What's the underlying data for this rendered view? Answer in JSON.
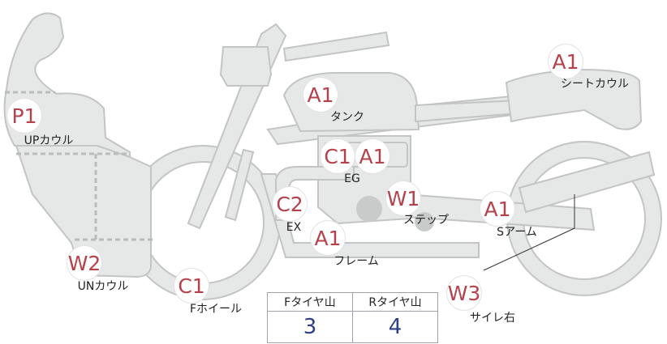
{
  "badges": [
    {
      "id": "p1-upcowl",
      "code": "P1",
      "label": "UPカウル"
    },
    {
      "id": "a1-tank",
      "code": "A1",
      "label": "タンク"
    },
    {
      "id": "a1-seatcowl",
      "code": "A1",
      "label": "シートカウル"
    },
    {
      "id": "c1-eg",
      "code": "C1",
      "label": "EG"
    },
    {
      "id": "a1-eg",
      "code": "A1",
      "label": ""
    },
    {
      "id": "c2-ex",
      "code": "C2",
      "label": "EX"
    },
    {
      "id": "w1-step",
      "code": "W1",
      "label": "ステップ"
    },
    {
      "id": "a1-sarm",
      "code": "A1",
      "label": "Sアーム"
    },
    {
      "id": "a1-frame",
      "code": "A1",
      "label": "フレーム"
    },
    {
      "id": "w2-uncowl",
      "code": "W2",
      "label": "UNカウル"
    },
    {
      "id": "c1-fwheel",
      "code": "C1",
      "label": "Fホイール"
    },
    {
      "id": "w3-sidewall-right",
      "code": "W3",
      "label": "サイレ右"
    }
  ],
  "tire_table": {
    "front_header": "Fタイヤ山",
    "rear_header": "Rタイヤ山",
    "front_value": "3",
    "rear_value": "4"
  },
  "colors": {
    "part_fill": "#e6e8e7",
    "part_stroke": "#c3c5c4",
    "badge_text": "#b7414b",
    "table_value": "#2e3f86"
  }
}
